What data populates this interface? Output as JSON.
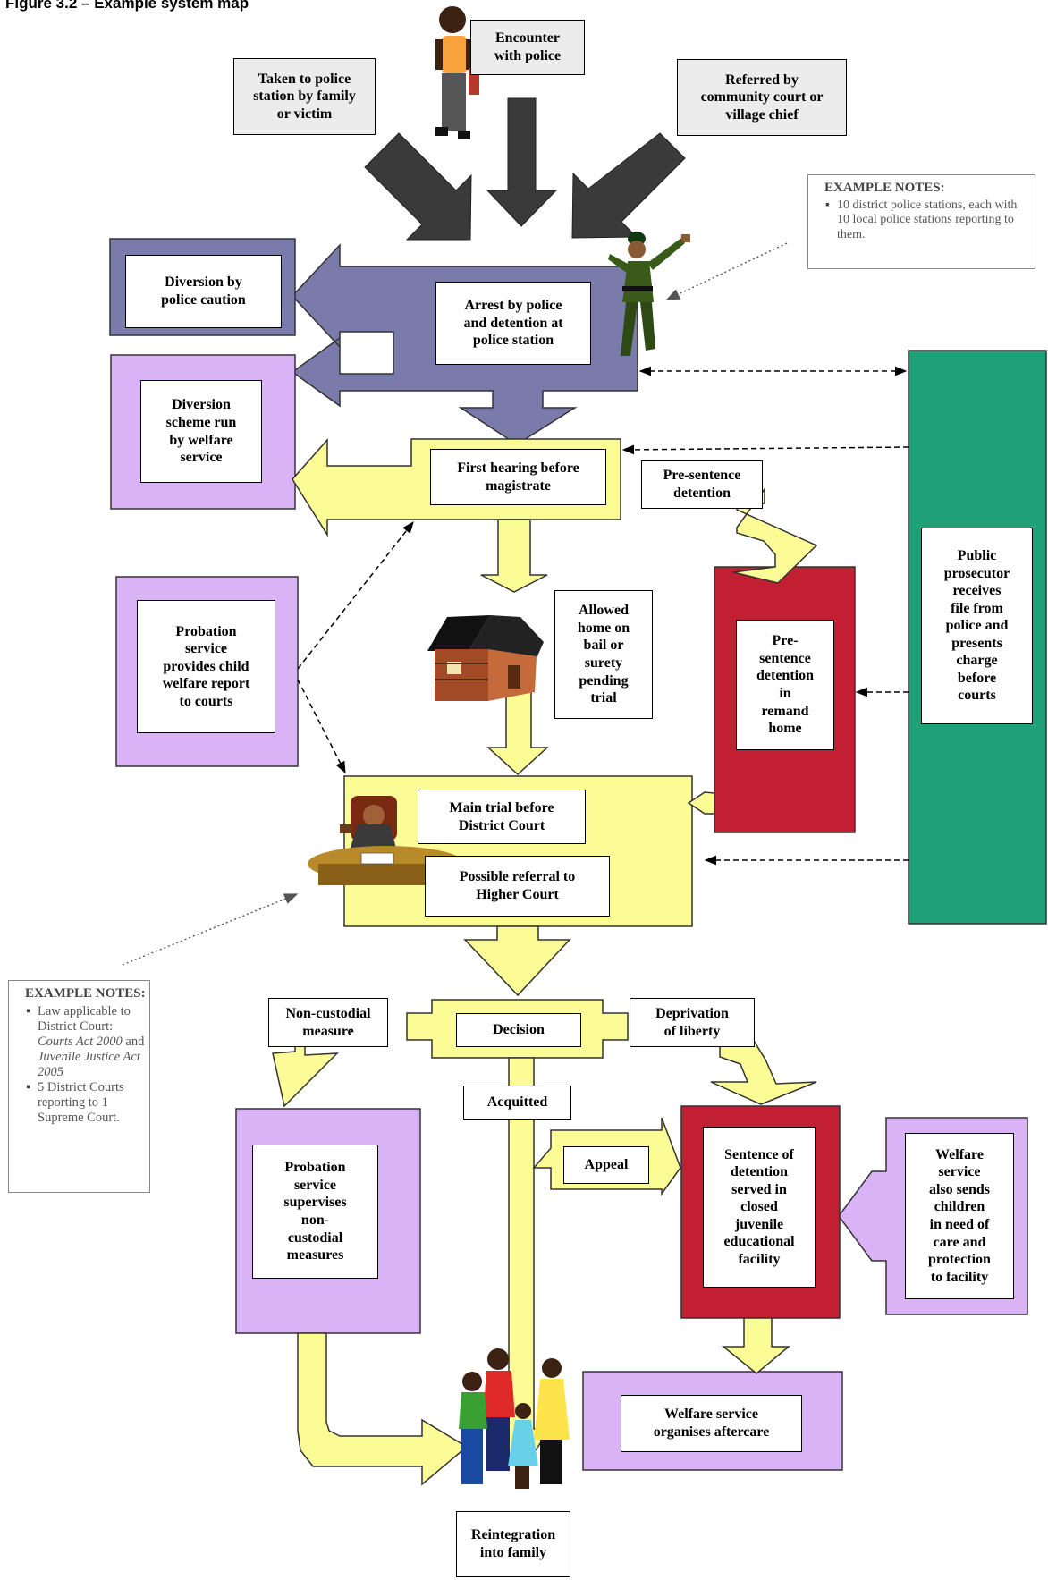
{
  "figure_title": "Figure 3.2 – Example system map",
  "colors": {
    "police_blue": "#7b7bab",
    "welfare_purple": "#d9b3f5",
    "court_yellow": "#fcfc96",
    "detention_red": "#c21f32",
    "prosecutor_green": "#1fa077",
    "dark_arrow": "#3a3a3a",
    "note_gray": "#ececec"
  },
  "entry_points": {
    "family": "Taken to police\nstation by family\nor victim",
    "encounter": "Encounter\nwith police",
    "community": "Referred by\ncommunity court or\nvillage chief"
  },
  "police": {
    "arrest": "Arrest by police\nand detention at\npolice station",
    "caution": "Diversion by\npolice caution"
  },
  "welfare": {
    "diversion_scheme": "Diversion\nscheme run\nby welfare\nservice",
    "probation_report": "Probation\nservice\nprovides child\nwelfare report\nto courts",
    "probation_supervise": "Probation\nservice\nsupervises\nnon-\ncustodial\nmeasures",
    "sends_children": "Welfare\nservice\nalso sends\nchildren\nin need of\ncare and\nprotection\nto facility",
    "aftercare": "Welfare service\norganises aftercare"
  },
  "court": {
    "first_hearing": "First hearing before\nmagistrate",
    "pre_sentence": "Pre-sentence\ndetention",
    "bail": "Allowed\nhome on\nbail or\nsurety\npending\ntrial",
    "remand": "Pre-\nsentence\ndetention\nin\nremand\nhome",
    "main_trial": "Main trial before\nDistrict Court",
    "higher_court": "Possible referral to\nHigher Court",
    "prosecutor": "Public\nprosecutor\nreceives\nfile from\npolice and\npresents\ncharge\nbefore\ncourts"
  },
  "outcomes": {
    "decision": "Decision",
    "non_custodial": "Non-custodial\nmeasure",
    "deprivation": "Deprivation\nof liberty",
    "acquitted": "Acquitted",
    "appeal": "Appeal",
    "sentence": "Sentence of\ndetention\nserved in\nclosed\njuvenile\neducational\nfacility",
    "reintegration": "Reintegration\ninto family"
  },
  "notes": {
    "top": {
      "title": "EXAMPLE NOTES:",
      "items": [
        "10 district police stations, each with 10 local police stations reporting to them."
      ]
    },
    "bottom": {
      "title": "EXAMPLE NOTES:",
      "item1": "Law applicable to District Court: ",
      "item1_italic_a": "Courts Act 2000",
      "item1_and": " and ",
      "item1_italic_b": "Juvenile Justice Act 2005",
      "item2": "5 District Courts reporting to 1 Supreme Court."
    }
  }
}
